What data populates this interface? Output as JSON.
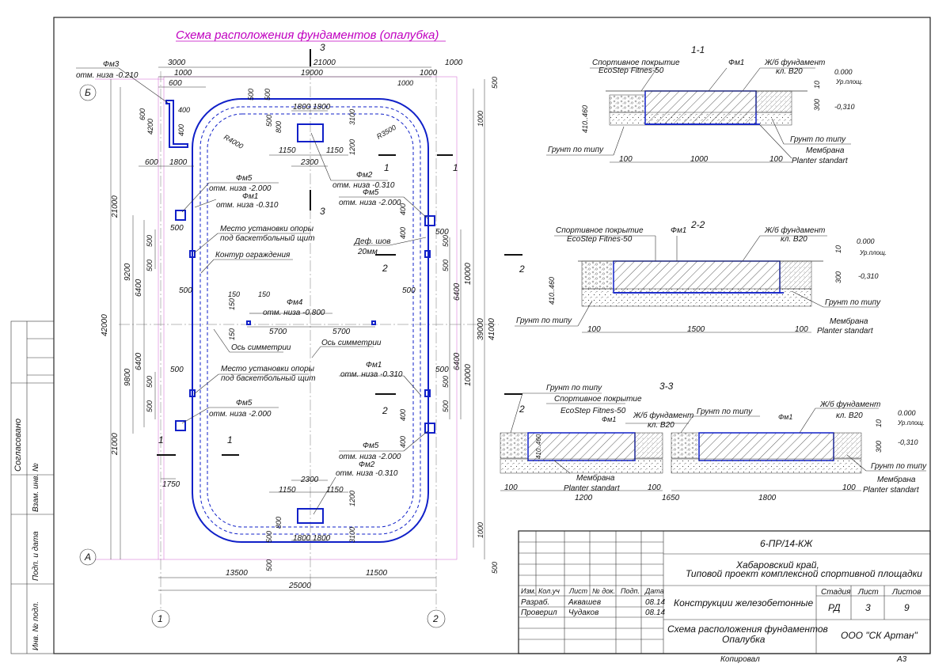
{
  "plan": {
    "title": "Схема расположения фундаментов (опалубка)",
    "axes": {
      "b": "Б",
      "a": "А",
      "one": "1",
      "two": "2"
    },
    "callouts": {
      "fm3": "Фм3",
      "fm3_elev": "отм. низа -0.210",
      "fm5_top": "Фм5",
      "fm5_top_elev": "отм. низа -2.000",
      "fm1_left": "Фм1",
      "fm1_left_elev": "отм. низа -0.310",
      "support_top_1": "Место установки опоры",
      "support_top_2": "под баскетбольный щит",
      "fence": "Контур ограждения",
      "fm2_top": "Фм2",
      "fm2_top_elev": "отм. низа -0.310",
      "fm5_right": "Фм5",
      "fm5_right_elev": "отм. низа -2.000",
      "joint_1": "Деф. шов",
      "joint_2": "20мм",
      "fm4": "Фм4",
      "fm4_elev": "отм. низа -0.800",
      "sym_1": "Ось симметрии",
      "sym_2": "Ось симметрии",
      "support_bot_1": "Место установки опоры",
      "support_bot_2": "под баскетбольный щит",
      "fm1_right": "Фм1",
      "fm1_right_elev": "отм. низа -0.310",
      "fm5_bl": "Фм5",
      "fm5_bl_elev": "отм. низа -2.000",
      "fm5_br": "Фм5",
      "fm5_br_elev": "отм. низа -2.000",
      "fm2_bot": "Фм2",
      "fm2_bot_elev": "отм. низа -0.310",
      "r4000": "R4000",
      "r3500": "R3500"
    },
    "cuts": {
      "c3": "3",
      "c1": "1",
      "c2": "2"
    },
    "dims": {
      "top_3000": "3000",
      "top_21000": "21000",
      "top_1000r": "1000",
      "top_1000": "1000",
      "top_19000": "19000",
      "top_1000b": "1000",
      "d600": "600",
      "d500a": "500",
      "d500b": "500",
      "d500r": "500",
      "d1800a": "1800",
      "d1800b": "1800",
      "d600v": "600",
      "d400": "400",
      "d4200": "4200",
      "d400b": "400",
      "d600h": "600",
      "d1800h": "1800",
      "d800t": "800",
      "d500t": "500",
      "d3100t": "3100",
      "d1200t": "1200",
      "d1150a": "1150",
      "d1150b": "1150",
      "d2300t": "2300",
      "d1000r": "1000",
      "d42000": "42000",
      "d21000a": "21000",
      "d21000b": "21000",
      "d9200": "9200",
      "d6400a": "6400",
      "d9800": "9800",
      "d6400b": "6400",
      "d500l1": "500",
      "d500l2": "500",
      "d500l3": "500",
      "d500l4": "500",
      "d500h1": "500",
      "d500h2": "500",
      "d500h3": "500",
      "d500h4": "500",
      "d39000": "39000",
      "d41000": "41000",
      "d10000a": "10000",
      "d10000b": "10000",
      "d6400c": "6400",
      "d6400d": "6400",
      "d500r1": "500",
      "d500r2": "500",
      "d500r3": "500",
      "d500r4": "500",
      "d400r1": "400",
      "d400r2": "400",
      "d400r3": "400",
      "d400r4": "400",
      "d150a": "150",
      "d150b": "150",
      "d150c": "150",
      "d150d": "150",
      "d5700a": "5700",
      "d5700b": "5700",
      "d1750": "1750",
      "d2300b": "2300",
      "d1150c": "1150",
      "d1150d": "1150",
      "d1200b": "1200",
      "d800b": "800",
      "d500b2": "500",
      "d3100b": "3100",
      "d500b3": "500",
      "d1800c": "1800",
      "d1800d": "1800",
      "d1000b": "1000",
      "d500bb": "500",
      "d13500": "13500",
      "d11500": "11500",
      "d25000": "25000"
    }
  },
  "section11": {
    "title": "1-1",
    "cover_1": "Спортивное покрытие",
    "cover_2": "EcoStep Fitnes-50",
    "fm1": "Фм1",
    "rc_1": "Ж/б фундамент",
    "rc_2": "кл. В20",
    "lvl_0": "0.000",
    "lvl_0_note": "Ур.площ.",
    "lvl_310": "-0,310",
    "soil_r": "Грунт по типу",
    "membrane": "Мембрана",
    "soil_l": "Грунт по типу",
    "planter": "Planter standart",
    "d410": "410..460",
    "d10": "10",
    "d300": "300",
    "d100a": "100",
    "d1000": "1000",
    "d100b": "100"
  },
  "section22": {
    "title": "2-2",
    "cover_1": "Спортивное покрытие",
    "cover_2": "EcoStep Fitnes-50",
    "fm1": "Фм1",
    "rc_1": "Ж/б фундамент",
    "rc_2": "кл. В20",
    "lvl_0": "0.000",
    "lvl_0_note": "Ур.площ.",
    "lvl_310": "-0,310",
    "soil_r": "Грунт по типу",
    "membrane": "Мембрана",
    "soil_l": "Грунт по типу",
    "planter": "Planter standart",
    "d410": "410..460",
    "d10": "10",
    "d300": "300",
    "d100a": "100",
    "d1500": "1500",
    "d100b": "100"
  },
  "section33": {
    "title": "3-3",
    "soil_top": "Грунт по типу",
    "cover_1": "Спортивное покрытие",
    "cover_2": "EcoStep Fitnes-50",
    "fm1a": "Фм1",
    "rc_1a": "Ж/б фундамент",
    "rc_2a": "кл. В20",
    "soil_mid": "Грунт по типу",
    "fm1b": "Фм1",
    "rc_1b": "Ж/б фундамент",
    "rc_2b": "кл. В20",
    "lvl_0": "0.000",
    "lvl_0_note": "Ур.площ.",
    "lvl_310": "-0,310",
    "soil_r": "Грунт по типу",
    "membrane_r": "Мембрана",
    "planter_r": "Planter standart",
    "membrane_l": "Мембрана",
    "planter_l": "Planter standart",
    "d410": "410..460",
    "d10": "10",
    "d300": "300",
    "d100a": "100",
    "d1200": "1200",
    "d100b": "100",
    "d1650": "1650",
    "d1800": "1800",
    "d100c": "100"
  },
  "title_block": {
    "code": "6-ПР/14-КЖ",
    "project_1": "Хабаровский край,",
    "project_2": "Типовой проект комплексной спортивной площадки",
    "col_izm": "Изм.",
    "col_kol": "Кол.уч",
    "col_list": "Лист",
    "col_doc": "№ док.",
    "col_podp": "Подп.",
    "col_date": "Дата",
    "row1_role": "Разраб.",
    "row1_name": "Аквашев",
    "row1_date": "08.14",
    "row2_role": "Проверил",
    "row2_name": "Чудаков",
    "row2_date": "08.14",
    "part": "Конструкции железобетонные",
    "stage_h": "Стадия",
    "sheet_h": "Лист",
    "sheets_h": "Листов",
    "stage": "РД",
    "sheet": "3",
    "sheets": "9",
    "drawing_1": "Схема расположения фундаментов",
    "drawing_2": "Опалубка",
    "company": "ООО \"СК Артан\"",
    "copied": "Копировал",
    "format": "А3"
  },
  "side_stamp": {
    "agreed": "Согласовано",
    "inv_repl": "Взам. инв. №",
    "sign_date": "Подп. и дата",
    "inv_orig": "Инв. № подл."
  }
}
